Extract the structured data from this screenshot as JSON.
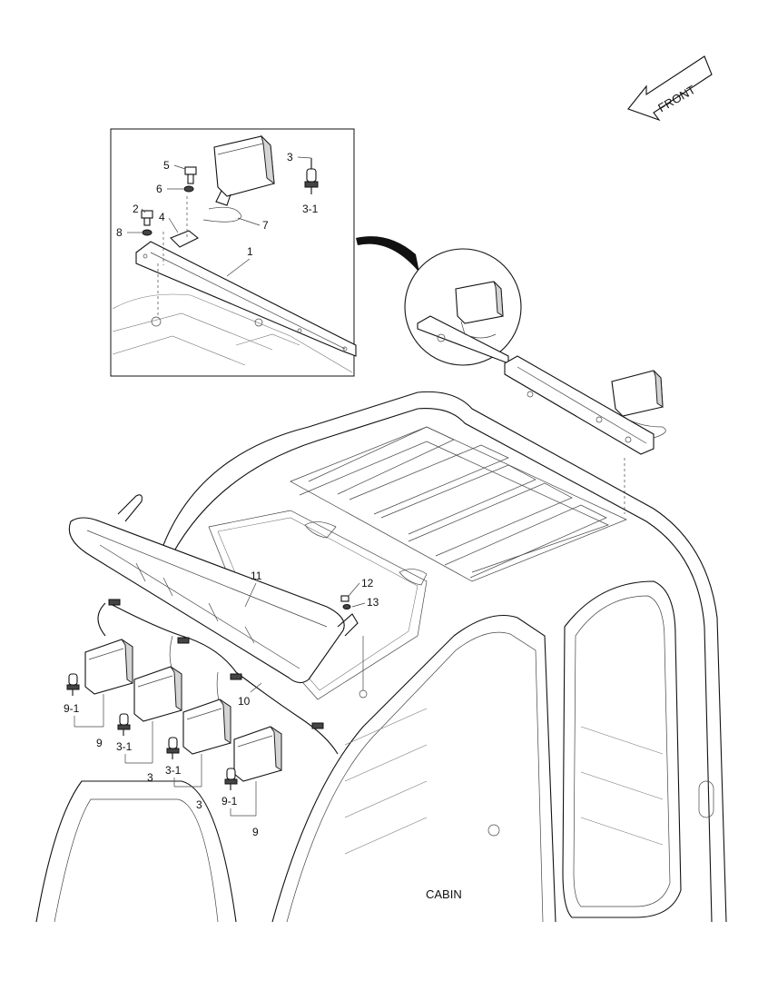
{
  "front_label": "FRONT",
  "caption": "CABIN",
  "callouts": {
    "c1": "1",
    "c2": "2",
    "c3": "3",
    "c3_1": "3-1",
    "c4": "4",
    "c5": "5",
    "c6": "6",
    "c7": "7",
    "c8": "8",
    "c9": "9",
    "c9_1": "9-1",
    "c10": "10",
    "c11": "11",
    "c12": "12",
    "c13": "13"
  }
}
